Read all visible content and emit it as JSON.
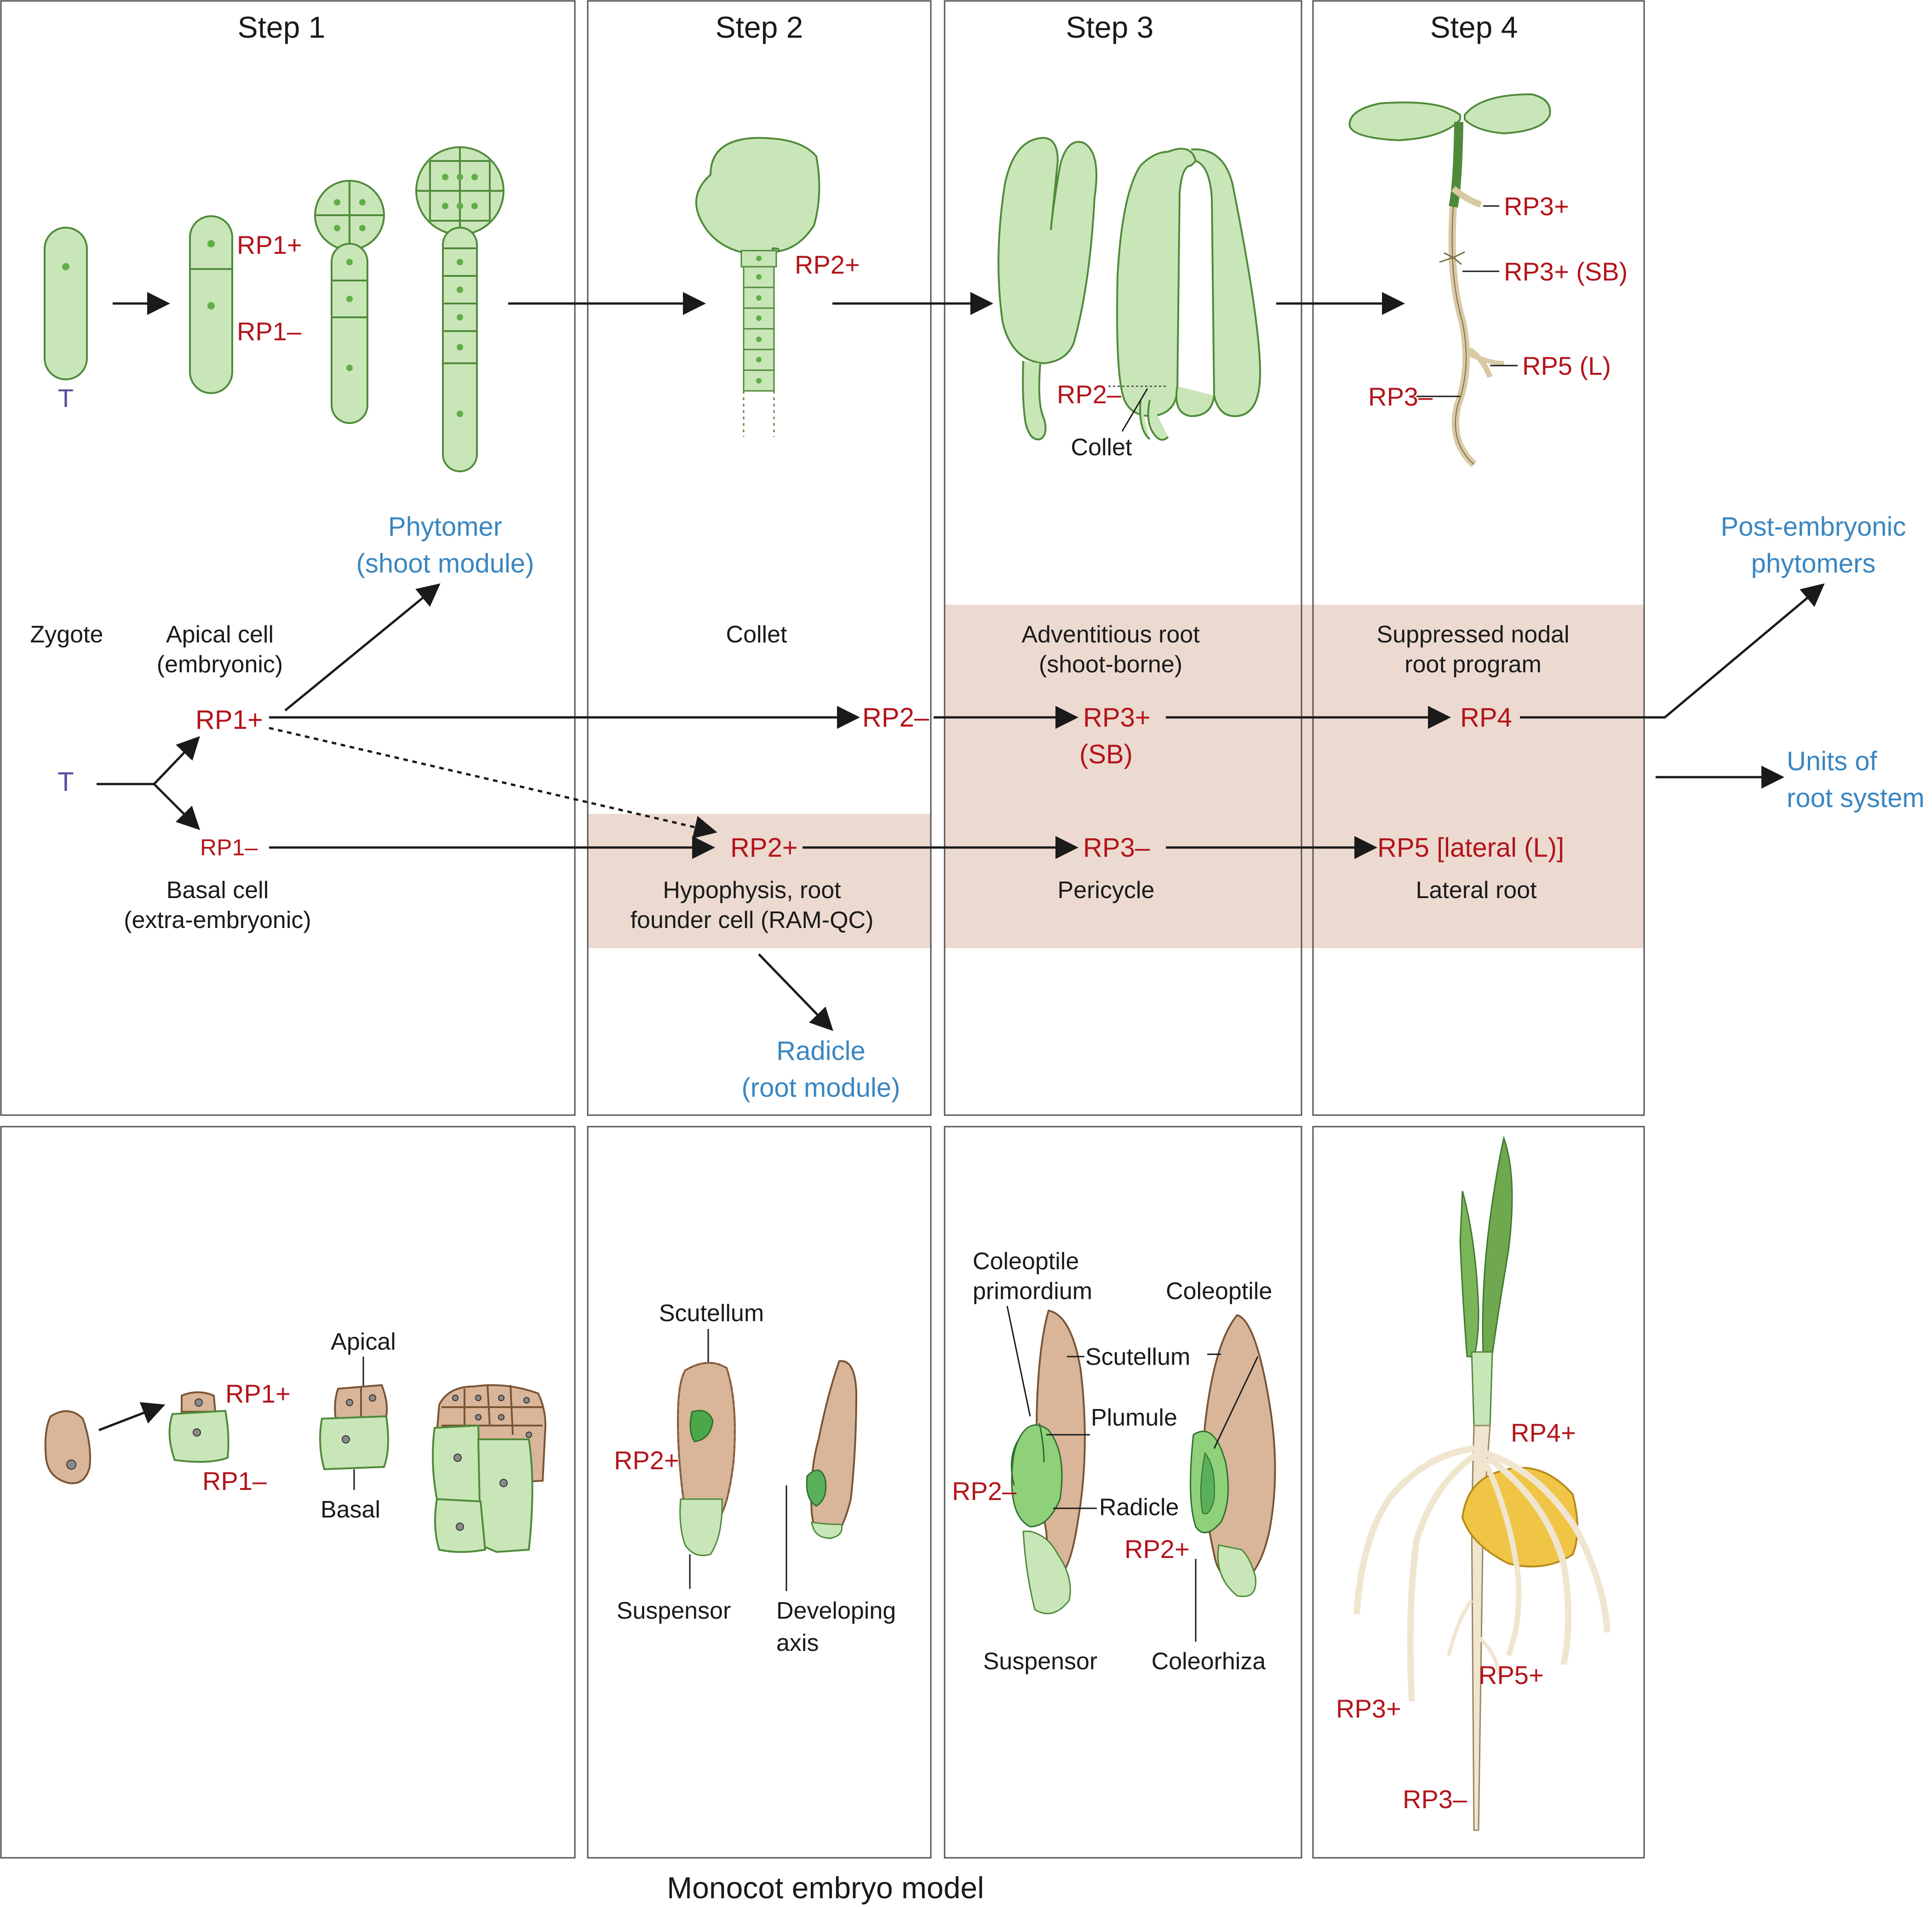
{
  "steps": [
    "Step 1",
    "Step 2",
    "Step 3",
    "Step 4"
  ],
  "step1": {
    "zygote_T": "T",
    "rp1_plus": "RP1+",
    "rp1_minus": "RP1–"
  },
  "step2": {
    "rp2_plus": "RP2+"
  },
  "step3": {
    "rp2_minus": "RP2–",
    "collet": "Collet"
  },
  "step4": {
    "rp3_plus": "RP3+",
    "rp3_plus_sb": "RP3+ (SB)",
    "rp5_l": "RP5 (L)",
    "rp3_minus": "RP3–"
  },
  "model": {
    "phytomer": [
      "Phytomer",
      "(shoot module)"
    ],
    "zygote": "Zygote",
    "apical_cell": [
      "Apical cell",
      "(embryonic)"
    ],
    "collet": "Collet",
    "adventitious": [
      "Adventitious root",
      "(shoot-borne)"
    ],
    "suppressed": [
      "Suppressed nodal",
      "root program"
    ],
    "post_embryonic": [
      "Post-embryonic",
      "phytomers"
    ],
    "T": "T",
    "rp1_plus": "RP1+",
    "rp2_minus": "RP2–",
    "rp3_plus": "RP3+",
    "sb": "(SB)",
    "rp4": "RP4",
    "units": [
      "Units of",
      "root system"
    ],
    "rp1_minus": "RP1–",
    "rp2_plus": "RP2+",
    "rp3_minus": "RP3–",
    "rp5_lateral": "RP5 [lateral (L)]",
    "basal_cell": [
      "Basal cell",
      "(extra-embryonic)"
    ],
    "hypophysis": [
      "Hypophysis, root",
      "founder cell (RAM-QC)"
    ],
    "pericycle": "Pericycle",
    "lateral_root": "Lateral root",
    "radicle": [
      "Radicle",
      "(root module)"
    ]
  },
  "monocot": {
    "apical": "Apical",
    "rp1_plus": "RP1+",
    "rp1_minus": "RP1–",
    "basal": "Basal",
    "scutellum": "Scutellum",
    "rp2_plus": "RP2+",
    "suspensor": "Suspensor",
    "developing_axis": [
      "Developing",
      "axis"
    ],
    "coleoptile_primordium": [
      "Coleoptile",
      "primordium"
    ],
    "coleoptile": "Coleoptile",
    "scutellum2": "Scutellum",
    "plumule": "Plumule",
    "radicle": "Radicle",
    "rp2_minus": "RP2–",
    "rp2_plus2": "RP2+",
    "suspensor2": "Suspensor",
    "coleorhiza": "Coleorhiza",
    "rp4_plus": "RP4+",
    "rp3_plus": "RP3+",
    "rp5_plus": "RP5+",
    "rp3_minus": "RP3–",
    "caption": "Monocot embryo model"
  },
  "colors": {
    "red_label": "#b3141b",
    "blue_label": "#3a86c0",
    "shade": "#ecdad0",
    "tissue_green": "#c9e6b8",
    "tissue_tan": "#d9b699"
  }
}
